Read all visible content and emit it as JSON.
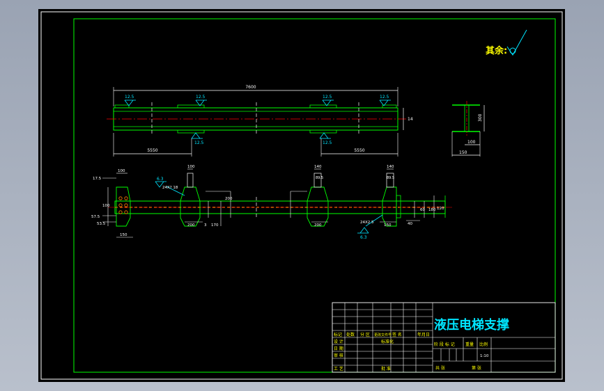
{
  "drawing": {
    "title": "液压电梯支撑",
    "roughness_note": "其余:",
    "colors": {
      "background": "#000000",
      "frame": "#ffffff",
      "border": "#00ff00",
      "outline": "#00ff00",
      "centerline": "#ff0000",
      "dimension": "#ffffff",
      "symbol": "#00e5ff",
      "title_text": "#00e5ff",
      "label_text": "#ffff00",
      "hatch": "#ff8000"
    },
    "top_view": {
      "overall_length": "7600",
      "roughness": [
        "12.5",
        "12.5",
        "12.5",
        "12.5"
      ],
      "roughness_bottom": [
        "12.5",
        "12.5"
      ],
      "seg_left": "5550",
      "seg_right": "5550",
      "height": "14"
    },
    "side_view": {
      "height": "300",
      "width": "100",
      "offset": "150"
    },
    "front_view": {
      "dims": {
        "d1": "100",
        "d2": "17.5",
        "d3": "57.5",
        "d4": "53.5",
        "d5": "150",
        "d6": "100",
        "d7": "200",
        "d8": "3",
        "d9": "170",
        "d10": "100",
        "d11": "140",
        "d12": "200",
        "d13": "140",
        "d14": "150",
        "d15": "40",
        "d16": "60",
        "d17": "180",
        "d18": "120",
        "d19": "200"
      },
      "note_roughness": "6.3",
      "note_weld": "24X? 18",
      "note_weld2": "24X2 5",
      "note_roughness2": "6.3",
      "bolt_labels": [
        "89.5",
        "89.5"
      ]
    },
    "title_block": {
      "row_a": [
        "标记",
        "处数",
        "分 区",
        "更改文件号",
        "签 名",
        "年月日"
      ],
      "row_b": [
        "设 计",
        "",
        "标准化",
        ""
      ],
      "row_c": [
        "审 核"
      ],
      "row_d": [
        "日 期"
      ],
      "row_e": [
        "工 艺",
        "",
        "批 准",
        ""
      ],
      "stage_headers": [
        "阶 段 标 记",
        "重量",
        "比例"
      ],
      "scale": "1:10",
      "sheets": [
        "共 张",
        "第 张"
      ]
    }
  }
}
